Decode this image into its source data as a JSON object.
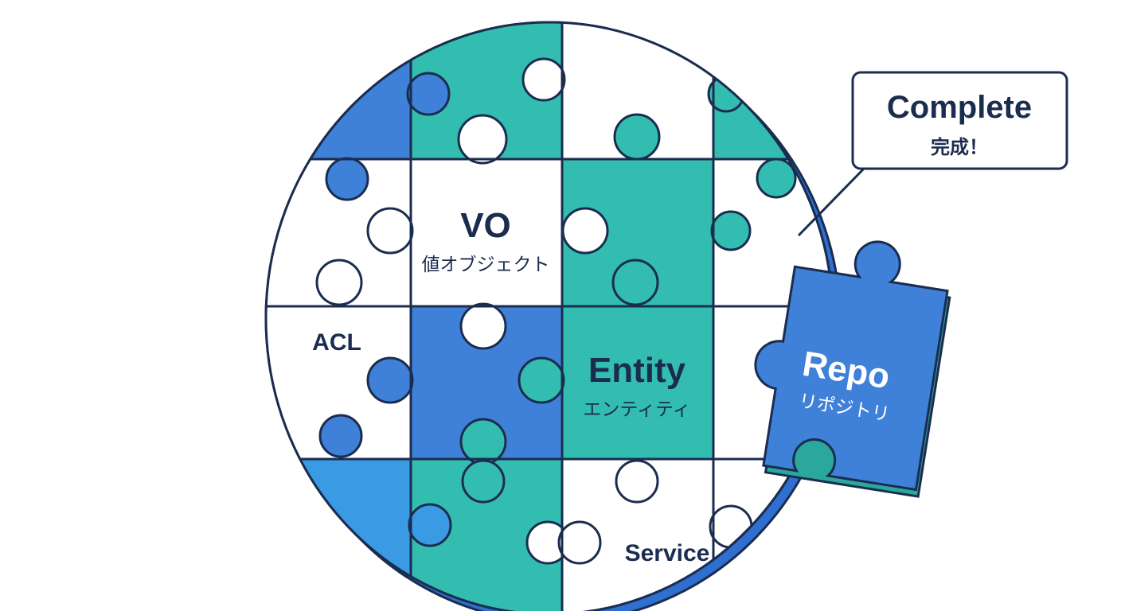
{
  "colors": {
    "outline": "#1b2d4f",
    "blue": "#3f80d8",
    "sky": "#3a9ae3",
    "teal": "#33bdb0",
    "white": "#ffffff"
  },
  "pieces": {
    "vo": {
      "title": "VO",
      "subtitle": "値オブジェクト"
    },
    "acl": {
      "title": "ACL"
    },
    "entity": {
      "title": "Entity",
      "subtitle": "エンティティ"
    },
    "service": {
      "title": "Service"
    },
    "repo": {
      "title": "Repo",
      "subtitle": "リポジトリ"
    }
  },
  "callout": {
    "title": "Complete",
    "subtitle": "完成！"
  }
}
